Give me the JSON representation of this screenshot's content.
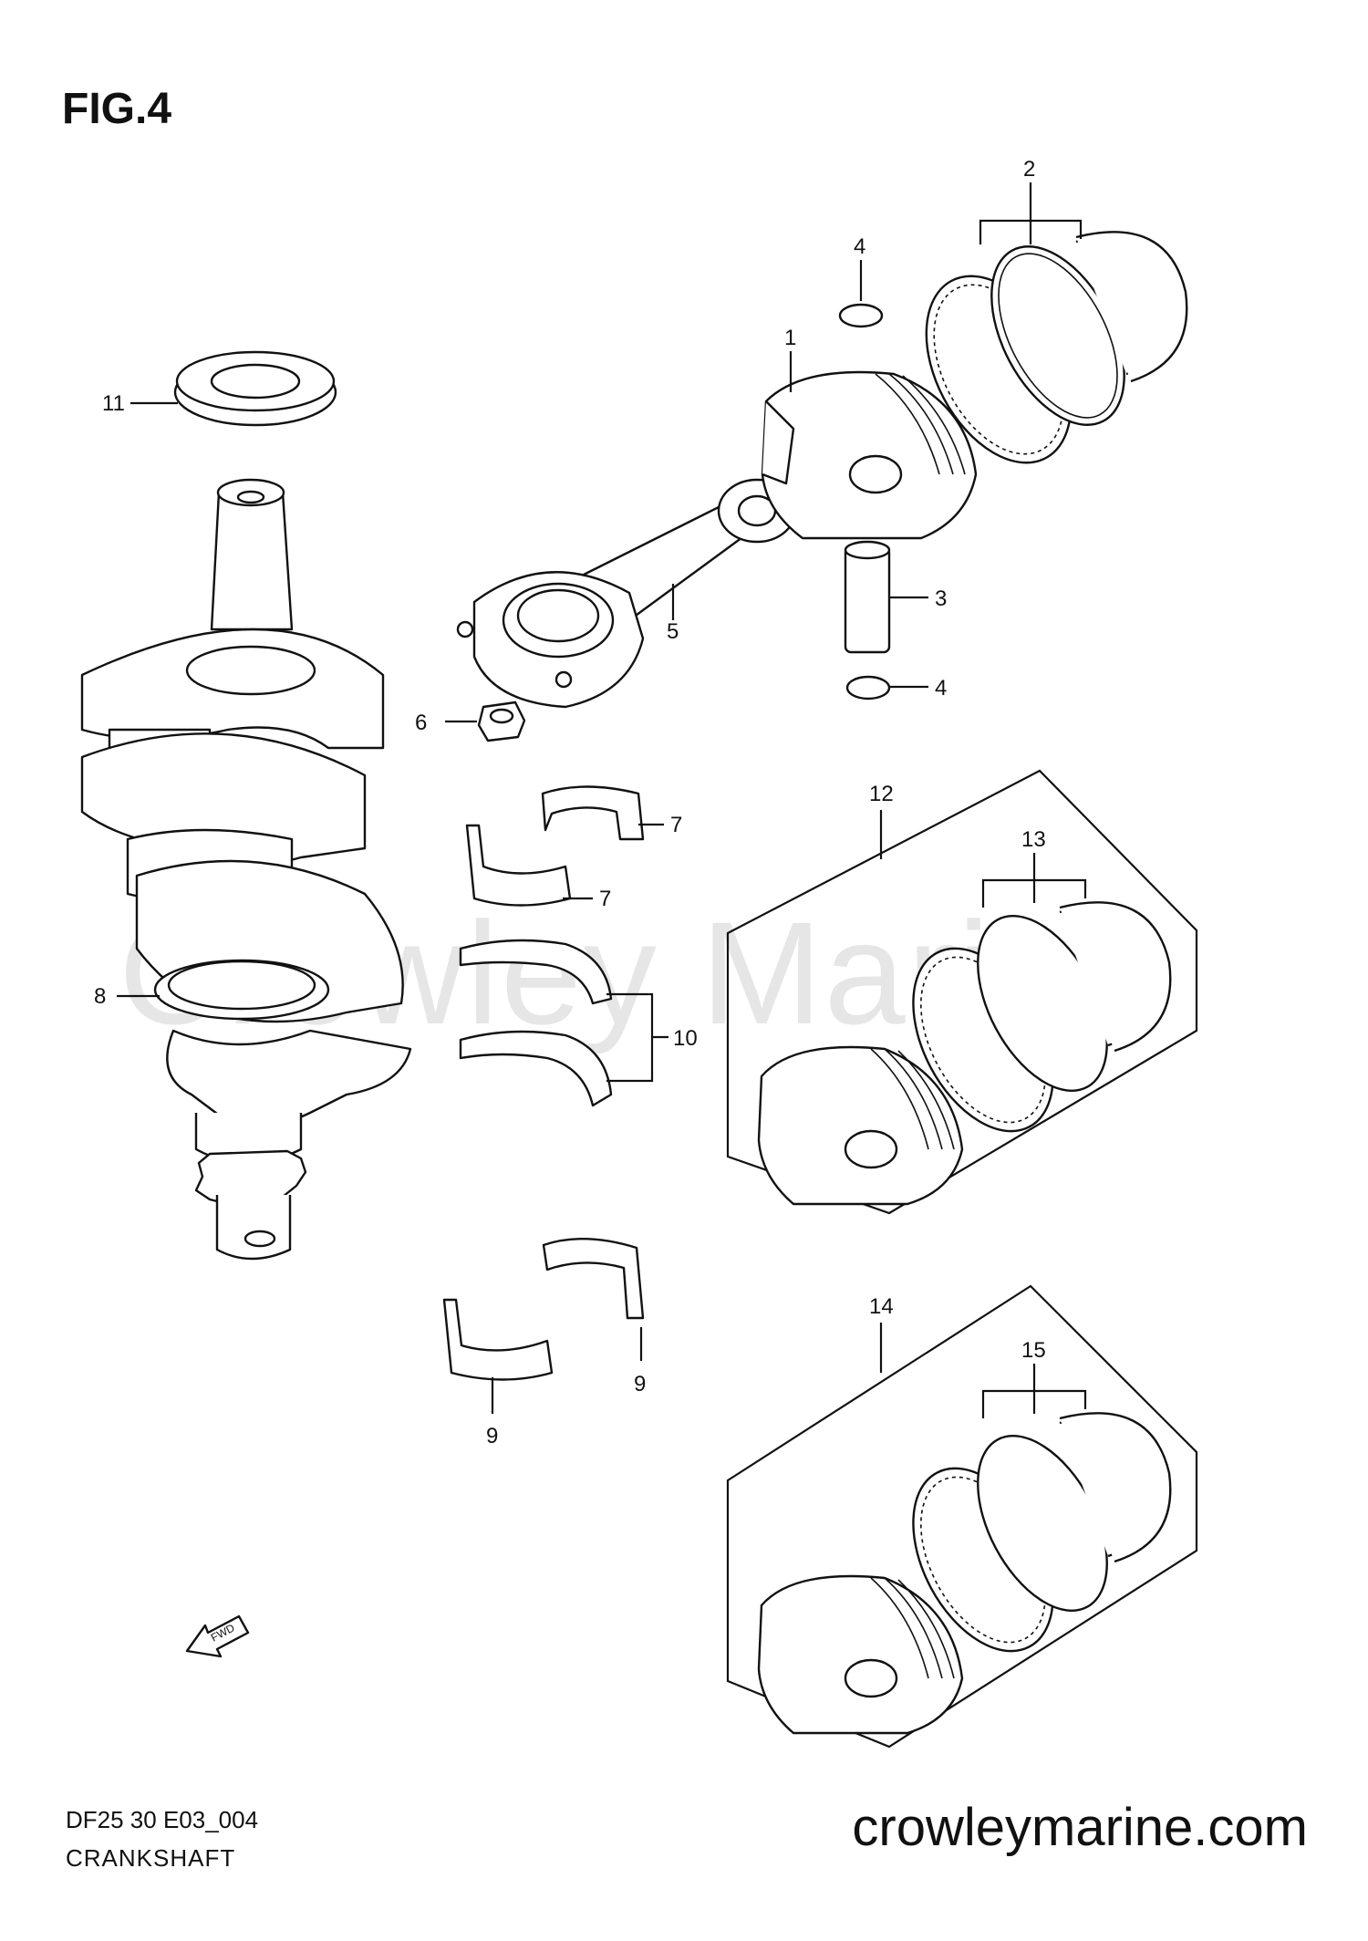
{
  "figure": {
    "title": "FIG.4"
  },
  "watermark": "Crowley Marine",
  "footer": {
    "diagram_code": "DF25 30 E03_004",
    "caption": "CRANKSHAFT",
    "website": "crowleymarine.com"
  },
  "fwd_label": "FWD",
  "callouts": [
    "1",
    "2",
    "3",
    "4",
    "4",
    "5",
    "6",
    "7",
    "7",
    "8",
    "9",
    "9",
    "10",
    "11",
    "12",
    "13",
    "14",
    "15"
  ]
}
